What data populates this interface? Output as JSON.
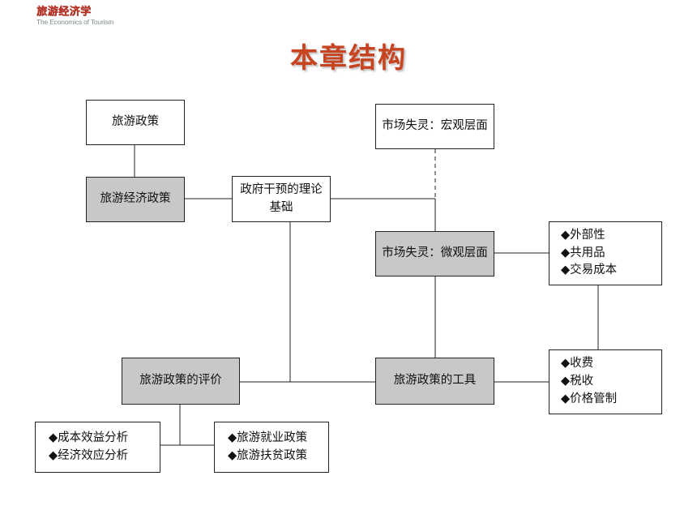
{
  "header": {
    "logo_cn": "旅游经济学",
    "logo_en": "The Economics of Tourism"
  },
  "title": "本章结构",
  "nodes": {
    "tourism_policy": "旅游政策",
    "tourism_economic_policy": "旅游经济政策",
    "gov_intervention_theory": "政府干预的理论基础",
    "market_failure_macro": "市场失灵：宏观层面",
    "market_failure_micro": "市场失灵：微观层面",
    "tourism_policy_evaluation": "旅游政策的评价",
    "tourism_policy_tools": "旅游政策的工具"
  },
  "lists": {
    "micro_items": [
      "◆外部性",
      "◆共用品",
      "◆交易成本"
    ],
    "tool_items": [
      "◆收费",
      "◆税收",
      "◆价格管制"
    ],
    "evaluation_methods": [
      "◆成本效益分析",
      "◆经济效应分析"
    ],
    "policy_types": [
      "◆旅游就业政策",
      "◆旅游扶贫政策"
    ]
  },
  "colors": {
    "title": "#c8431f",
    "logo": "#c0392b",
    "highlight_fill": "#c8c8c8",
    "line": "#222222"
  }
}
